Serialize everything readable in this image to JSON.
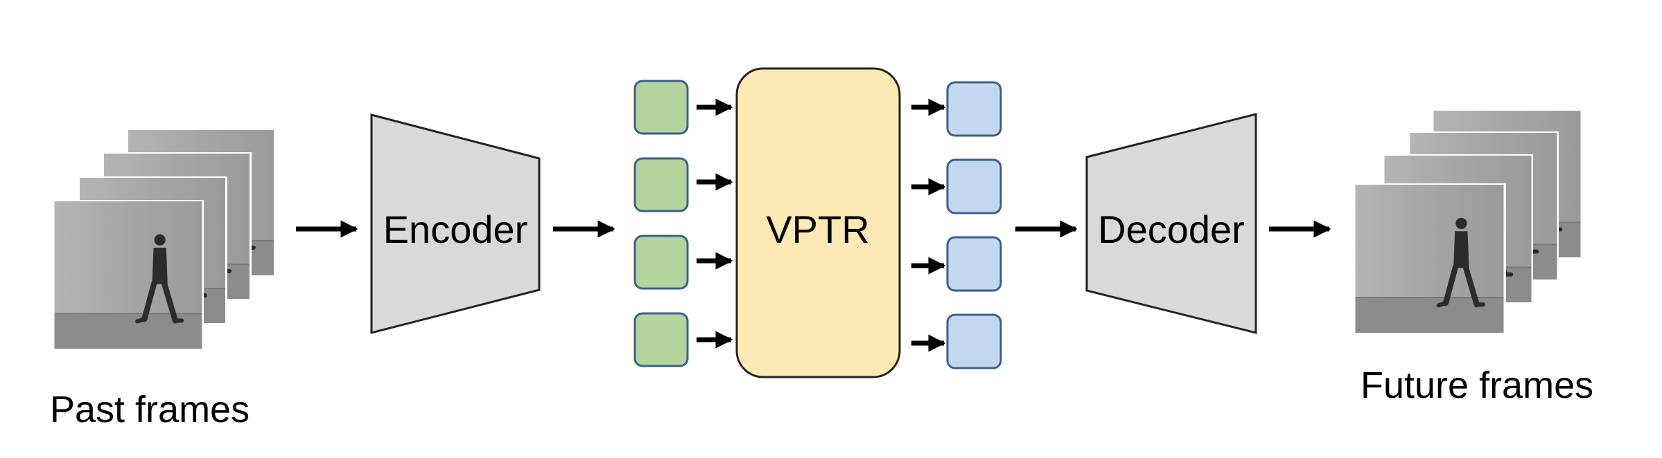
{
  "labels": {
    "encoder": "Encoder",
    "vptr": "VPTR",
    "decoder": "Decoder",
    "past_frames": "Past frames",
    "future_frames": "Future frames"
  },
  "colors": {
    "block_fill": "#d9d9d9",
    "block_stroke": "#222222",
    "vptr_fill": "#fde9b4",
    "input_token_fill": "#b3d49c",
    "output_token_fill": "#c3d7ef",
    "token_stroke": "#3e5f8a",
    "arrow": "#000000",
    "frame_fill": "#8e8e8e"
  },
  "icons": {
    "past_frames": "walking-person-frames-icon",
    "future_frames": "walking-person-frames-icon"
  },
  "counts": {
    "input_tokens": 4,
    "output_tokens": 4,
    "past_frames": 4,
    "future_frames": 4
  }
}
